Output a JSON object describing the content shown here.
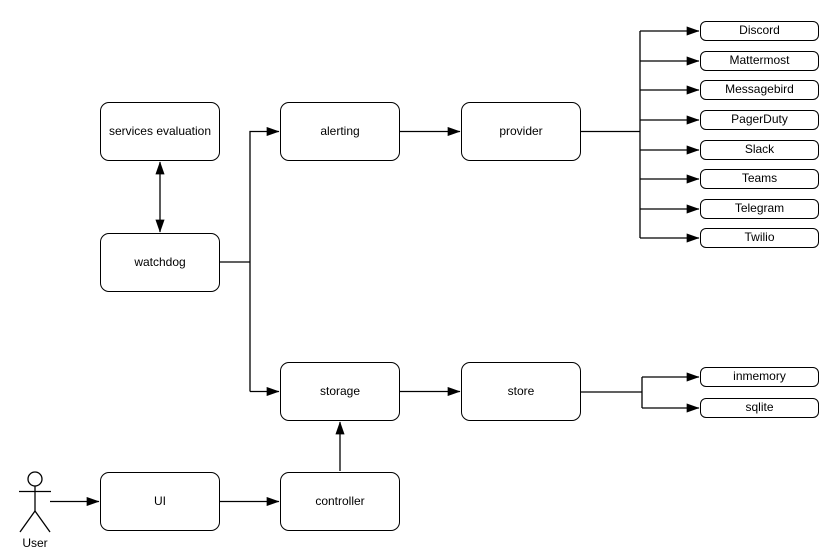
{
  "diagram": {
    "nodes": {
      "services_evaluation": {
        "label": "services evaluation"
      },
      "watchdog": {
        "label": "watchdog"
      },
      "alerting": {
        "label": "alerting"
      },
      "provider": {
        "label": "provider"
      },
      "storage": {
        "label": "storage"
      },
      "store": {
        "label": "store"
      },
      "ui": {
        "label": "UI"
      },
      "controller": {
        "label": "controller"
      }
    },
    "provider_options": [
      "Discord",
      "Mattermost",
      "Messagebird",
      "PagerDuty",
      "Slack",
      "Teams",
      "Telegram",
      "Twilio"
    ],
    "store_options": [
      "inmemory",
      "sqlite"
    ],
    "actor": {
      "label": "User"
    },
    "edges": [
      {
        "from": "watchdog",
        "to": "services evaluation",
        "style": "double-arrow"
      },
      {
        "from": "watchdog",
        "to": "alerting",
        "style": "arrow"
      },
      {
        "from": "watchdog",
        "to": "storage",
        "style": "arrow"
      },
      {
        "from": "alerting",
        "to": "provider",
        "style": "arrow"
      },
      {
        "from": "provider",
        "to": "Discord",
        "style": "arrow"
      },
      {
        "from": "provider",
        "to": "Mattermost",
        "style": "arrow"
      },
      {
        "from": "provider",
        "to": "Messagebird",
        "style": "arrow"
      },
      {
        "from": "provider",
        "to": "PagerDuty",
        "style": "arrow"
      },
      {
        "from": "provider",
        "to": "Slack",
        "style": "arrow"
      },
      {
        "from": "provider",
        "to": "Teams",
        "style": "arrow"
      },
      {
        "from": "provider",
        "to": "Telegram",
        "style": "arrow"
      },
      {
        "from": "provider",
        "to": "Twilio",
        "style": "arrow"
      },
      {
        "from": "storage",
        "to": "store",
        "style": "arrow"
      },
      {
        "from": "store",
        "to": "inmemory",
        "style": "arrow"
      },
      {
        "from": "store",
        "to": "sqlite",
        "style": "arrow"
      },
      {
        "from": "User",
        "to": "UI",
        "style": "arrow"
      },
      {
        "from": "UI",
        "to": "controller",
        "style": "arrow"
      },
      {
        "from": "controller",
        "to": "storage",
        "style": "arrow"
      }
    ],
    "colors": {
      "stroke": "#000000",
      "node_fill": "#ffffff",
      "background": "#ffffff"
    }
  }
}
